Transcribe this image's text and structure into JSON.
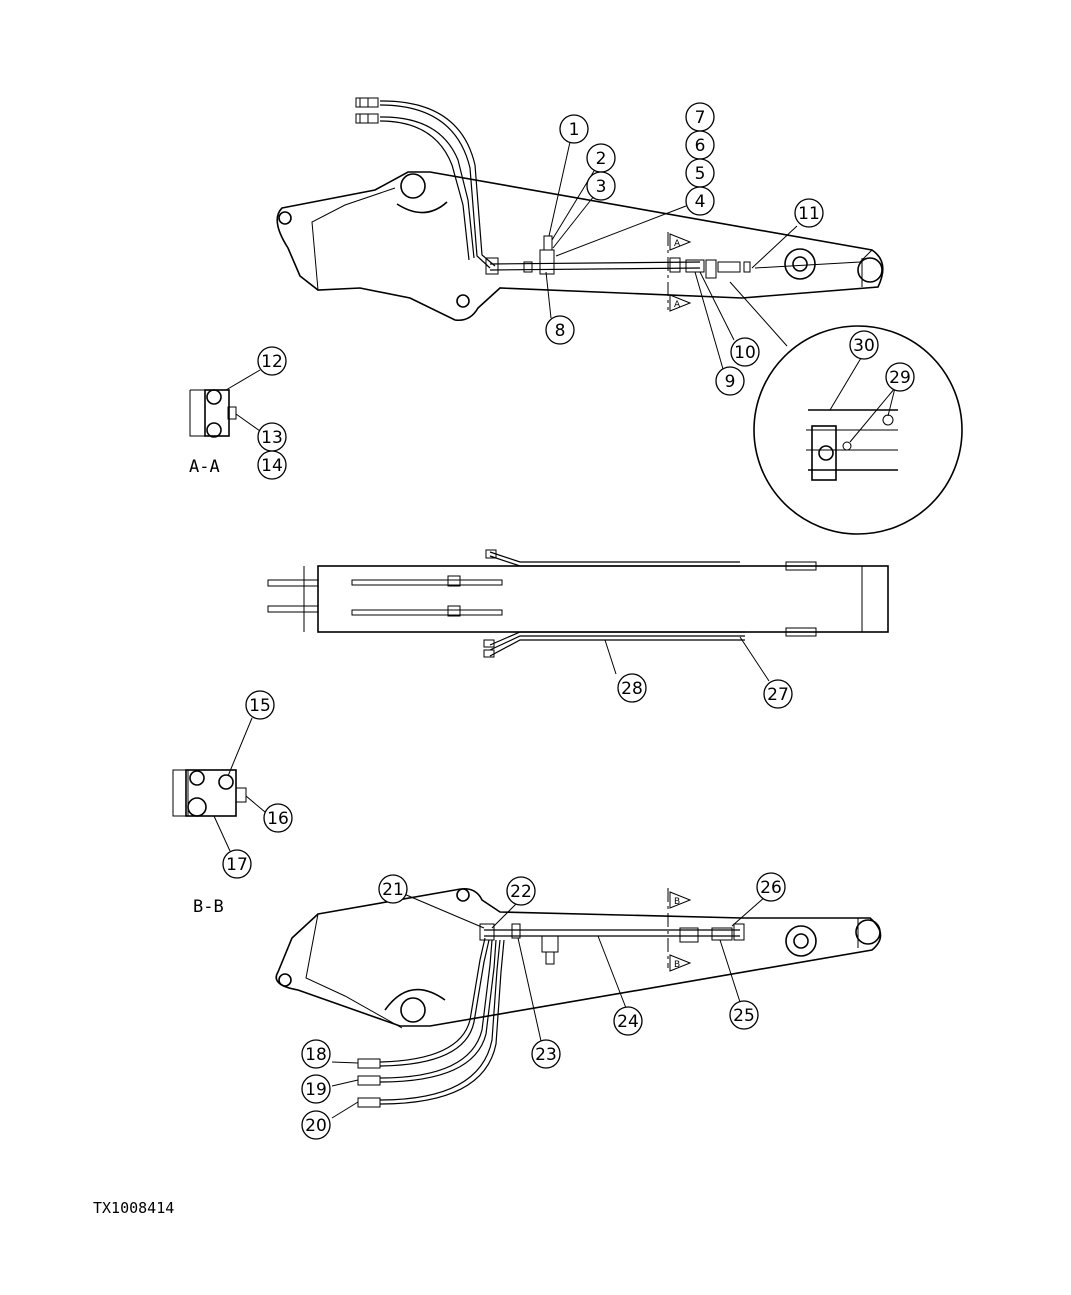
{
  "drawing_code": "TX1008414",
  "sections": {
    "aa": "A-A",
    "bb": "B-B",
    "a_marker_top": "A",
    "a_marker_bottom": "A",
    "b_marker_top": "B",
    "b_marker_bottom": "B"
  },
  "callouts": {
    "c1": "1",
    "c2": "2",
    "c3": "3",
    "c4": "4",
    "c5": "5",
    "c6": "6",
    "c7": "7",
    "c8": "8",
    "c9": "9",
    "c10": "10",
    "c11": "11",
    "c12": "12",
    "c13": "13",
    "c14": "14",
    "c15": "15",
    "c16": "16",
    "c17": "17",
    "c18": "18",
    "c19": "19",
    "c20": "20",
    "c21": "21",
    "c22": "22",
    "c23": "23",
    "c24": "24",
    "c25": "25",
    "c26": "26",
    "c27": "27",
    "c28": "28",
    "c29": "29",
    "c30": "30"
  }
}
